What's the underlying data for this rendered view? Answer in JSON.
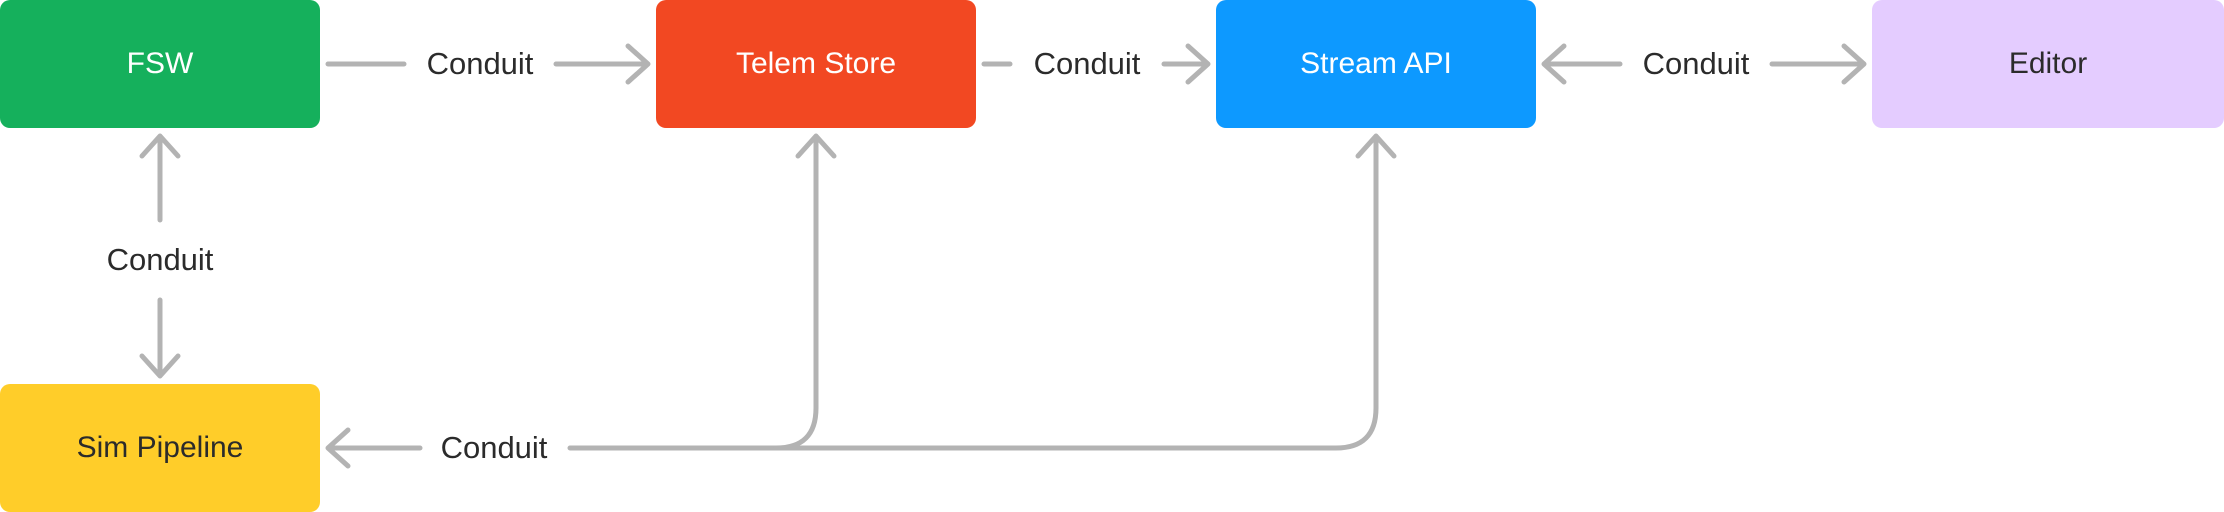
{
  "nodes": {
    "fsw": {
      "label": "FSW",
      "color": "#15b05c",
      "text_color": "#ffffff"
    },
    "telem": {
      "label": "Telem Store",
      "color": "#f24822",
      "text_color": "#ffffff"
    },
    "stream": {
      "label": "Stream API",
      "color": "#0d99ff",
      "text_color": "#ffffff"
    },
    "editor": {
      "label": "Editor",
      "color": "#e4ccff",
      "text_color": "#2b2b2b"
    },
    "sim": {
      "label": "Sim Pipeline",
      "color": "#ffcd29",
      "text_color": "#2b2b2b"
    }
  },
  "edges": {
    "fsw_telem": {
      "label": "Conduit",
      "from": "FSW",
      "to": "Telem Store",
      "direction": "forward"
    },
    "telem_stream": {
      "label": "Conduit",
      "from": "Telem Store",
      "to": "Stream API",
      "direction": "forward"
    },
    "stream_editor": {
      "label": "Conduit",
      "from": "Stream API",
      "to": "Editor",
      "direction": "both"
    },
    "fsw_sim": {
      "label": "Conduit",
      "from": "FSW",
      "to": "Sim Pipeline",
      "direction": "both"
    },
    "sim_bus": {
      "label": "Conduit",
      "from": "Conduit",
      "to": "Sim Pipeline, Telem Store, Stream API",
      "direction": "forward"
    }
  },
  "colors": {
    "connector": "#b3b3b3",
    "label_text": "#2b2b2b",
    "background": "#ffffff"
  }
}
